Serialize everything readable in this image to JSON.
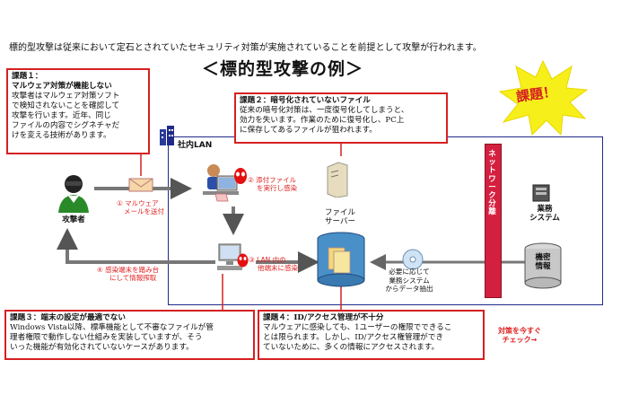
{
  "intro": "標的型攻撃は従来において定石とされていたセキュリティ対策が実施されていることを前提として攻撃が行われます。",
  "title": "＜標的型攻撃の例＞",
  "badge": "課題！",
  "issues": [
    {
      "heading": "課題１：",
      "heading2": "マルウェア対策が機能しない",
      "body": [
        "攻撃者はマルウェア対策ソフト",
        "で検知されないことを確認して",
        "攻撃を行います。近年、同じ",
        "ファイルの内容でシグネチャだ",
        "けを変える技術があります。"
      ]
    },
    {
      "heading": "課題２：暗号化されていないファイル",
      "body": [
        "従来の暗号化対策は、一度復号化してしまうと、",
        "効力を失います。作業のために復号化し、PC上",
        "に保存してあるファイルが狙われます。"
      ]
    },
    {
      "heading": "課題３：端末の設定が最適でない",
      "body": [
        "Windows Vista以降、標準機能として不審なファイルが管",
        "理者権限で動作しない仕組みを実装していますが、そう",
        "いった機能が有効化されていないケースがあります。"
      ]
    },
    {
      "heading": "課題４：ID/アクセス管理が不十分",
      "body": [
        "マルウェアに感染しても、1ユーザーの権限でできるこ",
        "とは限られます。しかし、ID/アクセス権管理ができ",
        "ていないために、多くの情報にアクセスされます。"
      ]
    }
  ],
  "lan_label": "社内LAN",
  "attacker": "攻撃者",
  "steps": {
    "s1": [
      "① マルウェア",
      "メールを送付"
    ],
    "s2": [
      "② 添付ファイル",
      "を実行し感染"
    ],
    "s3": [
      "③ LAN 内の",
      "他端末に感染"
    ],
    "s4": [
      "④ 感染端末を踏み台",
      "にして情報搾取"
    ]
  },
  "file_server": [
    "ファイル",
    "サーバー"
  ],
  "extract": [
    "必要に応じて",
    "業務システム",
    "からデータ抽出"
  ],
  "network_split": [
    "ネ",
    "ッ",
    "ト",
    "ワ",
    "ー",
    "ク",
    "分",
    "離"
  ],
  "biz_system": [
    "業務",
    "システム"
  ],
  "confidential": [
    "機密",
    "情報"
  ],
  "check": [
    "対策を今すぐ",
    "チェック→"
  ]
}
